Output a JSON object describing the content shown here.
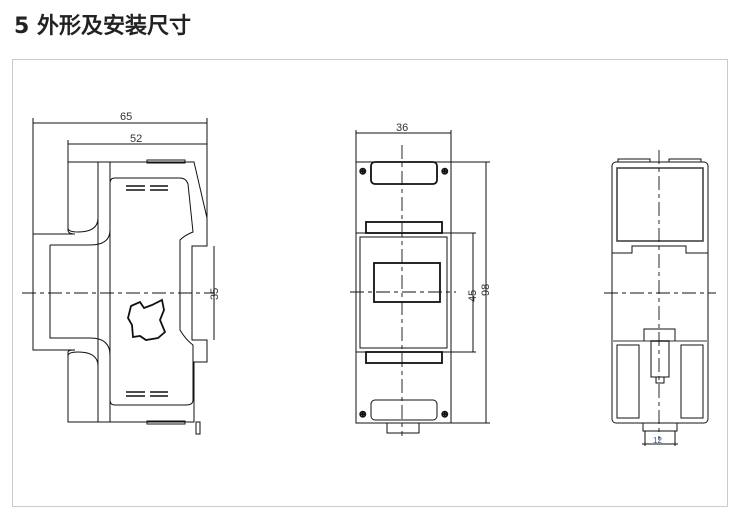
{
  "title": "5 外形及安装尺寸",
  "side_view": {
    "dim_width_total": "65",
    "dim_width_body": "52",
    "dim_rail": "35"
  },
  "front_view": {
    "dim_width": "36",
    "dim_center": "45",
    "dim_height": "98"
  },
  "bottom_view": {
    "dim_terminal": "12"
  }
}
